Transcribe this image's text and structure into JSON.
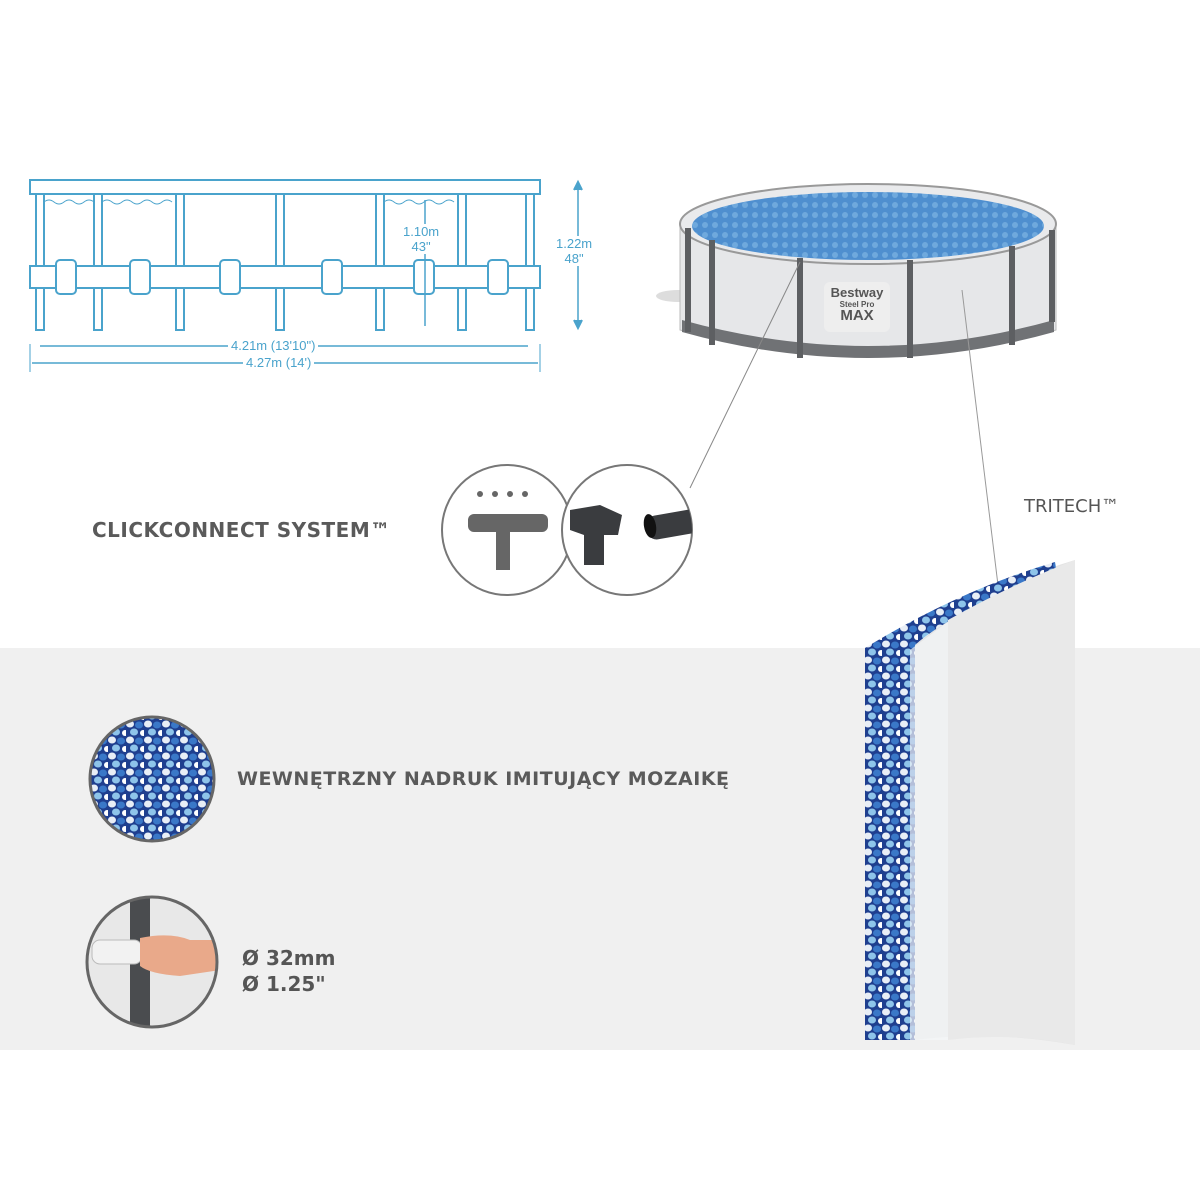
{
  "diagram": {
    "inner_height": "1.10m",
    "inner_height_in": "43\"",
    "outer_height": "1.22m",
    "outer_height_in": "48\"",
    "inner_diameter": "4.21m (13'10\")",
    "outer_diameter": "4.27m (14')"
  },
  "pool_logo": {
    "brand": "Bestway",
    "line": "Steel Pro",
    "model": "MAX"
  },
  "features": {
    "clickconnect": "CLICKCONNECT SYSTEM™",
    "tritech": "TRITECH™",
    "mosaic": "WEWNĘTRZNY NADRUK IMITUJĄCY MOZAIKĘ",
    "pipe_mm": "Ø 32mm",
    "pipe_in": "Ø 1.25\""
  },
  "colors": {
    "line": "#4aa3cc",
    "band": "#f0f0f0",
    "text": "#5a5a5a"
  }
}
